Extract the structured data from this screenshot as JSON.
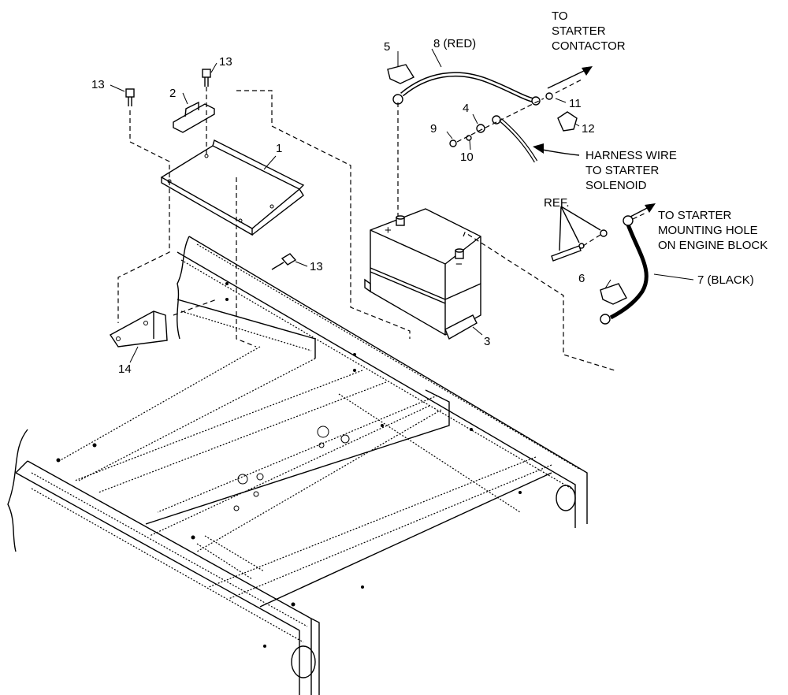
{
  "callouts": {
    "c1": "1",
    "c2": "2",
    "c3": "3",
    "c4": "4",
    "c5": "5",
    "c6": "6",
    "c7": "7 (BLACK)",
    "c8": "8 (RED)",
    "c9": "9",
    "c10": "10",
    "c11": "11",
    "c12": "12",
    "c13a": "13",
    "c13b": "13",
    "c13c": "13",
    "c14": "14",
    "ref": "REF."
  },
  "notes": {
    "contactor": [
      "TO",
      "STARTER",
      "CONTACTOR"
    ],
    "harness": [
      "HARNESS WIRE",
      "TO STARTER",
      "SOLENOID"
    ],
    "mounting": [
      "TO STARTER",
      "MOUNTING HOLE",
      "ON ENGINE BLOCK"
    ]
  },
  "battery": {
    "plus": "+",
    "minus": "−"
  }
}
